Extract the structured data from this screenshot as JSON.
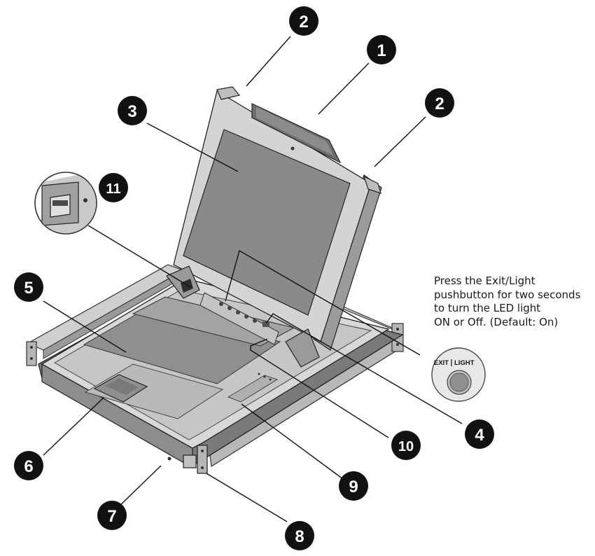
{
  "note": {
    "lines": [
      "Press the Exit/Light",
      "pushbutton for two seconds",
      "to turn the LED light",
      "ON or Off. (Default: On)"
    ]
  },
  "button_label": {
    "left": "EXIT",
    "right": "LIGHT"
  },
  "callouts": [
    {
      "id": "callout-2a",
      "number": "2"
    },
    {
      "id": "callout-1",
      "number": "1"
    },
    {
      "id": "callout-2b",
      "number": "2"
    },
    {
      "id": "callout-3",
      "number": "3"
    },
    {
      "id": "callout-11",
      "number": "11"
    },
    {
      "id": "callout-5",
      "number": "5"
    },
    {
      "id": "callout-4",
      "number": "4"
    },
    {
      "id": "callout-10",
      "number": "10"
    },
    {
      "id": "callout-6",
      "number": "6"
    },
    {
      "id": "callout-9",
      "number": "9"
    },
    {
      "id": "callout-7",
      "number": "7"
    },
    {
      "id": "callout-8",
      "number": "8"
    }
  ],
  "colors": {
    "badge": "#111111",
    "badge_text": "#ffffff",
    "chassis_light": "#d9d9d9",
    "chassis_mid": "#a8a8a8",
    "chassis_dark": "#6e6e6e",
    "screen": "#8a8a8a"
  }
}
